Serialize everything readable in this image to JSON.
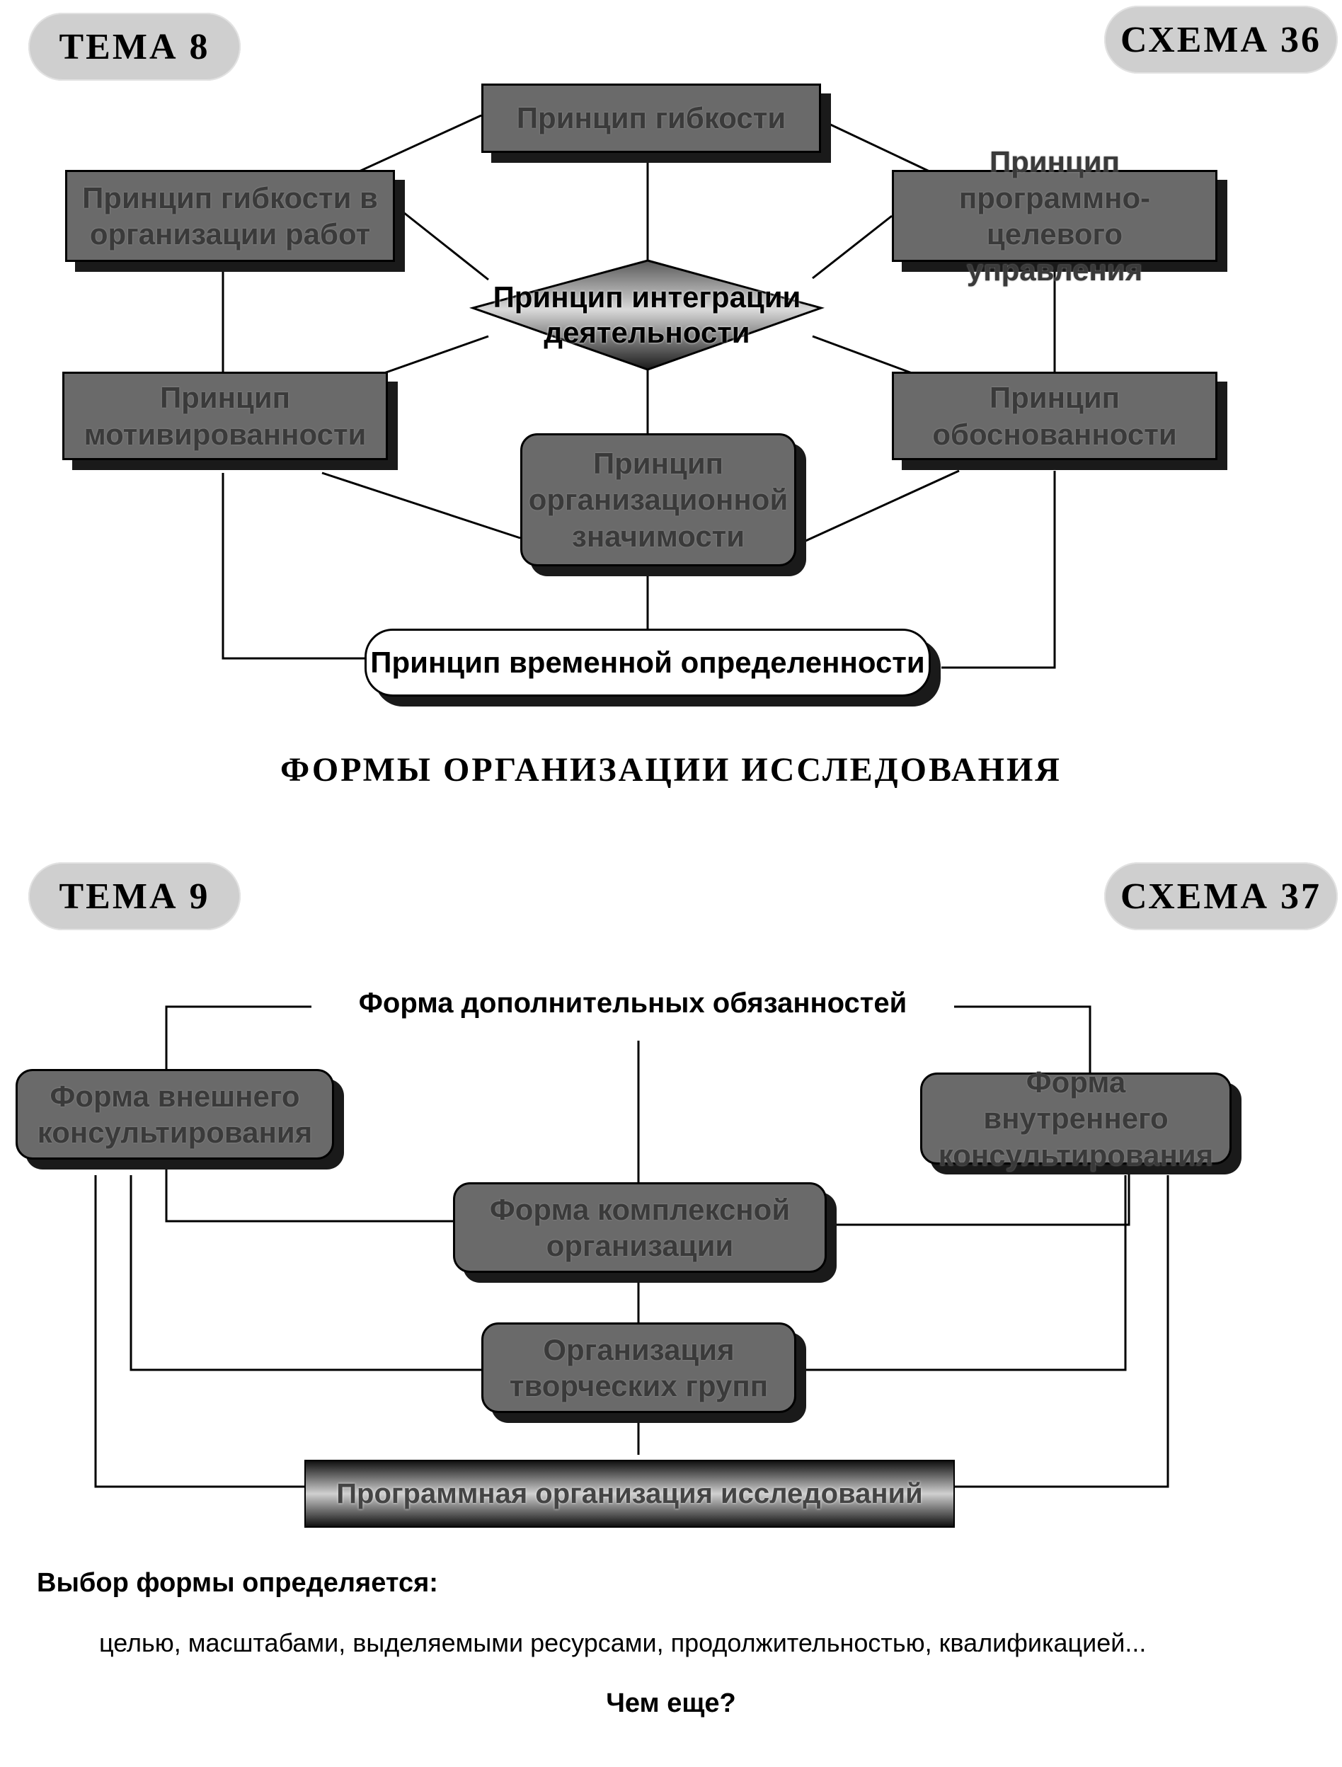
{
  "top": {
    "theme_label": "ТЕМА 8",
    "scheme_label": "СХЕМА 36",
    "top_box": "Принцип гибкости",
    "left_upper": "Принцип гибкости в организации работ",
    "right_upper": "Принцип программно-целевого управления",
    "center_diamond": "Принцип интеграции деятельности",
    "left_lower": "Принцип мотивированности",
    "right_lower": "Принцип обоснованности",
    "center_lower": "Принцип организационной значимости",
    "bottom_pill": "Принцип временной определенности"
  },
  "section_title": "ФОРМЫ ОРГАНИЗАЦИИ ИССЛЕДОВАНИЯ",
  "bottom": {
    "theme_label": "ТЕМА 9",
    "scheme_label": "СХЕМА 37",
    "top_label": "Форма дополнительных обязанностей",
    "left_box": "Форма внешнего консультирования",
    "right_box": "Форма внутреннего консультирования",
    "center_box": "Форма комплексной организации",
    "middle_box": "Организация творческих групп",
    "bottom_bar": "Программная организация исследований"
  },
  "footer": {
    "heading": "Выбор формы определяется:",
    "line": "целью, масштабами, выделяемыми ресурсами, продолжительностью, квалификацией...",
    "question": "Чем еще?"
  }
}
